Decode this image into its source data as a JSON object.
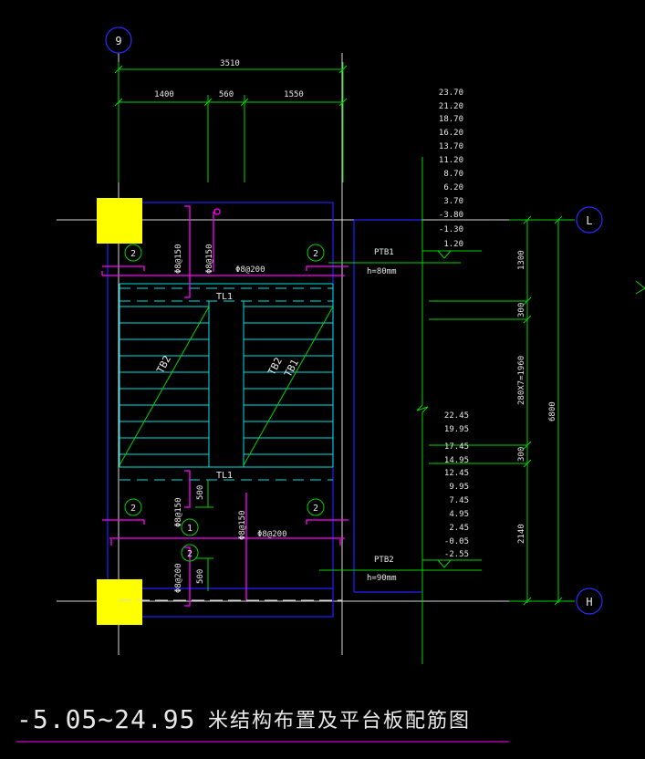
{
  "axes": {
    "top": "9",
    "right_upper": "L",
    "right_lower": "H"
  },
  "dimensions": {
    "total": "3510",
    "segments": [
      "1400",
      "560",
      "1550"
    ],
    "right_segments": [
      "1300",
      "300",
      "280X7=1960",
      "300",
      "2140"
    ],
    "right_total": "6800",
    "left_500_upper": "500",
    "left_500_lower": "500"
  },
  "elevations_upper": [
    "23.70",
    "21.20",
    "18.70",
    "16.20",
    "13.70",
    "11.20",
    "8.70",
    "6.20",
    "3.70",
    "-3.80",
    "-1.30",
    "1.20"
  ],
  "elevations_lower": [
    "22.45",
    "19.95",
    "17.45",
    "14.95",
    "12.45",
    "9.95",
    "7.45",
    "4.95",
    "2.45",
    "-0.05",
    "-2.55"
  ],
  "labels": {
    "ptb1": "PTB1",
    "ptb1_thickness": "h=80mm",
    "ptb2": "PTB2",
    "ptb2_thickness": "h=90mm",
    "tl1_top": "TL1",
    "tl1_bottom": "TL1",
    "tb2_left": "TB2",
    "tb2_right": "TB2",
    "tb1_right": "TB1",
    "rebar_150_a": "Φ8@150",
    "rebar_150_b": "Φ8@150",
    "rebar_200_top": "Φ8@200",
    "rebar_150_c": "Φ8@150",
    "rebar_150_d": "Φ8@150",
    "rebar_200_mid": "Φ8@200",
    "rebar_200_low": "Φ8@200"
  },
  "markers": [
    "2",
    "2",
    "2",
    "2",
    "1",
    "2"
  ],
  "title": {
    "range": "-5.05~24.95",
    "text": "米结构布置及平台板配筋图"
  },
  "colors": {
    "background": "#000000",
    "white": "#e8e8e8",
    "green": "#00d400",
    "cyan": "#00e0e0",
    "blue": "#2020ff",
    "magenta": "#ff00ff",
    "yellow": "#ffff00"
  }
}
